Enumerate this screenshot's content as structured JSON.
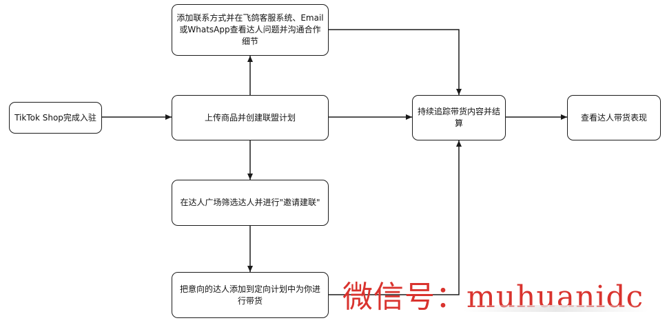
{
  "diagram": {
    "nodes": {
      "register": "TikTok Shop完成入驻",
      "contact": "添加联系方式并在飞鸽客服系统、Email或WhatsApp查看达人问题并沟通合作细节",
      "upload": "上传商品并创建联盟计划",
      "filter": "在达人广场筛选达人并进行\"邀请建联\"",
      "add_plan": "把意向的达人添加到定向计划中为你进行带货",
      "track": "持续追踪带货内容并结算",
      "review": "查看达人带货表现"
    },
    "edges": [
      {
        "from": "register",
        "to": "upload"
      },
      {
        "from": "upload",
        "to": "contact"
      },
      {
        "from": "upload",
        "to": "track"
      },
      {
        "from": "upload",
        "to": "filter"
      },
      {
        "from": "contact",
        "to": "track"
      },
      {
        "from": "filter",
        "to": "add_plan"
      },
      {
        "from": "add_plan",
        "to": "track"
      },
      {
        "from": "track",
        "to": "review"
      }
    ],
    "line_color": "#1a1a1a"
  },
  "watermark": {
    "text": "微信号：muhuanidc"
  }
}
